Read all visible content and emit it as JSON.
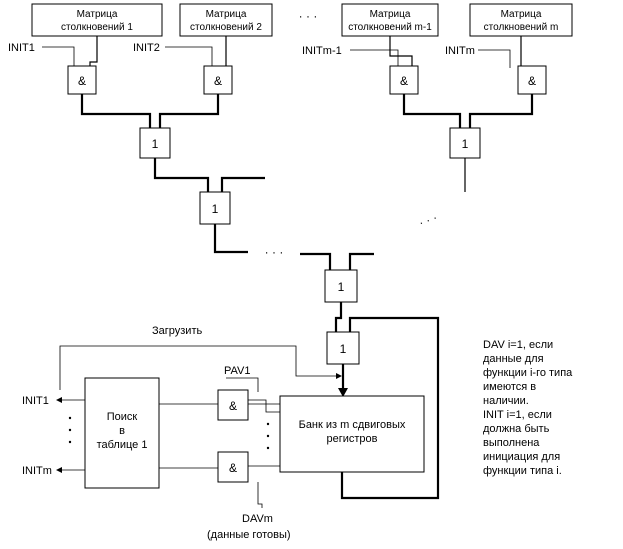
{
  "matrices": [
    {
      "line1": "Матрица",
      "line2": "столкновений 1"
    },
    {
      "line1": "Матрица",
      "line2": "столкновений 2"
    },
    {
      "line1": "Матрица",
      "line2": "столкновений m-1"
    },
    {
      "line1": "Матрица",
      "line2": "столкновений m"
    }
  ],
  "top_ellipsis": "· · ·",
  "init_labels": [
    "INIT1",
    "INIT2",
    "INITm-1",
    "INITm"
  ],
  "and_symbol": "&",
  "or_symbol": "1",
  "ellipsis_mid": "· · ·",
  "ellipsis_diag": "· · ·",
  "load_label": "Загрузить",
  "pav_label": "PAV1",
  "lookup_box": {
    "line1": "Поиск",
    "line2": "в",
    "line3": "таблице 1"
  },
  "bank_box": {
    "line1": "Банк из m сдвиговых",
    "line2": "регистров"
  },
  "out_init_first": "INIT1",
  "out_init_last": "INITm",
  "davm_label": "DAVm",
  "davm_sub": "(данные готовы)",
  "notes": [
    "DAV i=1, если",
    "данные для",
    "функции i-го типа",
    "имеются в",
    "наличии.",
    "INIT i=1, если",
    "должна быть",
    "выполнена",
    "инициация для",
    "функции типа i."
  ]
}
